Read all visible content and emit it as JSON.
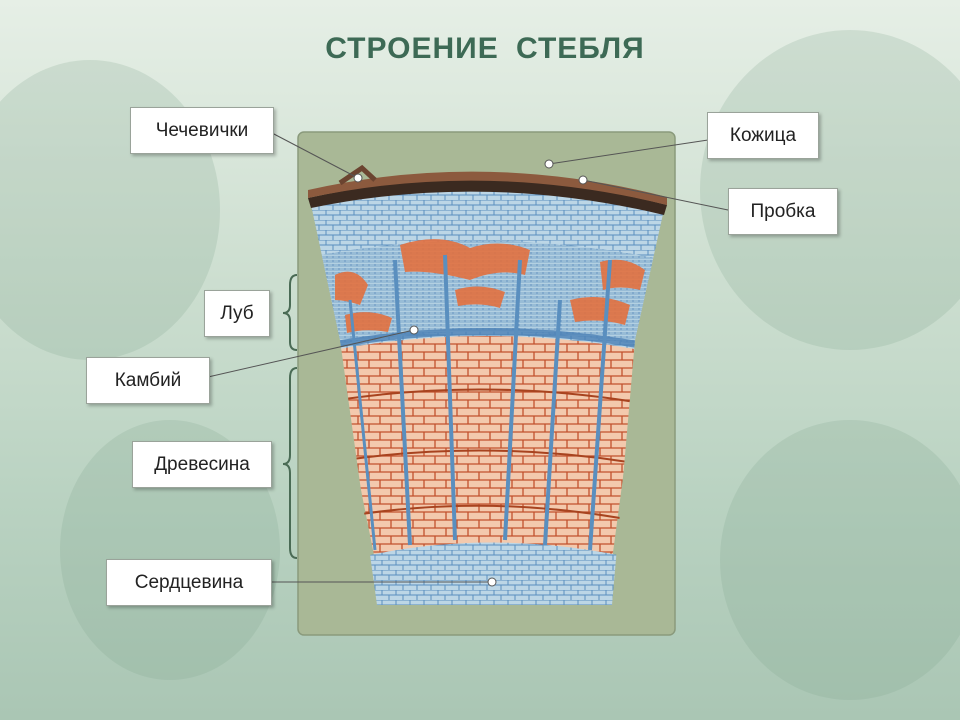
{
  "title": "СТРОЕНИЕ СТЕБЛЯ",
  "labels": {
    "chechevichki": "Чечевички",
    "kozhitsa": "Кожица",
    "probka": "Пробка",
    "lub": "Луб",
    "kambiy": "Камбий",
    "drevesina": "Древесина",
    "serdtsevina": "Сердцевина"
  },
  "colors": {
    "title": "#3d6a55",
    "panel": "#a9b896",
    "bark": "#3b2a20",
    "blue_tissue": "#aac8dc",
    "blue_lines": "#4a7fb5",
    "wood": "#f3c9ad",
    "wood_lines": "#c2512d",
    "bast_patch": "#e2703f"
  }
}
